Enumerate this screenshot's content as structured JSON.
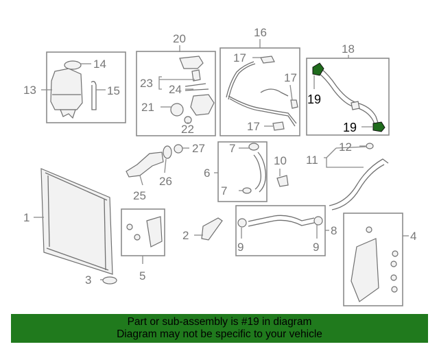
{
  "callouts": {
    "c1": "1",
    "c2": "2",
    "c3": "3",
    "c4": "4",
    "c5": "5",
    "c6": "6",
    "c7a": "7",
    "c7b": "7",
    "c8": "8",
    "c9a": "9",
    "c9b": "9",
    "c10": "10",
    "c11": "11",
    "c12": "12",
    "c13": "13",
    "c14": "14",
    "c15": "15",
    "c16": "16",
    "c17a": "17",
    "c17b": "17",
    "c17c": "17",
    "c18": "18",
    "c19a": "19",
    "c19b": "19",
    "c20": "20",
    "c21": "21",
    "c22": "22",
    "c23": "23",
    "c24": "24",
    "c25": "25",
    "c26": "26",
    "c27": "27"
  },
  "banner": {
    "line1": "Part or sub-assembly is #19 in diagram",
    "line2": "Diagram may not be specific to your vehicle"
  },
  "colors": {
    "highlight": "#207a1d",
    "line": "#8a8a8a"
  }
}
